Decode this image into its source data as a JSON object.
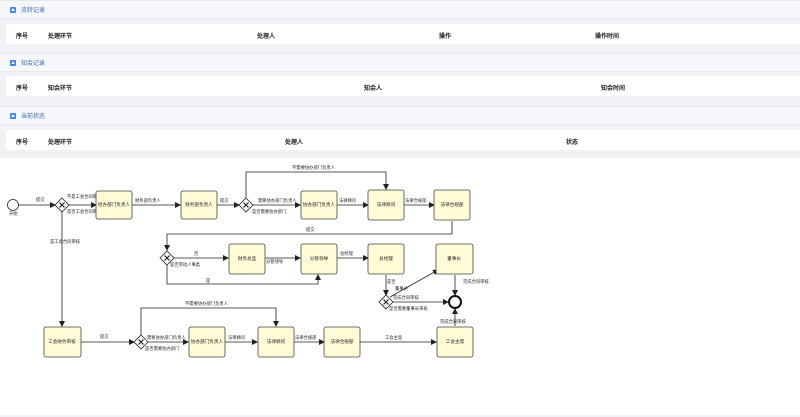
{
  "sections": {
    "flow": {
      "title": "流转记录",
      "columns": [
        "序号",
        "处理环节",
        "处理人",
        "操作",
        "操作时间"
      ]
    },
    "notify": {
      "title": "知会记录",
      "columns": [
        "序号",
        "知会环节",
        "知会人",
        "知会时间"
      ]
    },
    "current": {
      "title": "当前状态",
      "columns": [
        "序号",
        "处理环节",
        "处理人",
        "状态"
      ]
    }
  },
  "diagram": {
    "start": "开始",
    "nodes": {
      "review1": "经办部门负责人",
      "finance_head": "财务部负责人",
      "coop_head1": "协办部门负责人",
      "legal_advisor1": "法律顾问",
      "legal_review1": "法律合规部",
      "finance_director": "财务总监",
      "manager": "分管领导",
      "gm": "总经理",
      "chairman": "董事长",
      "union_finance": "工会财务审核",
      "coop_head2": "协办部门负责人",
      "legal_advisor2": "法律顾问",
      "legal_review2": "法律合规部",
      "union_chair": "工会主席"
    },
    "edges": {
      "submit1": "提交",
      "not_union": "不是工会合同审核",
      "is_union_a": "是否工会合同审核",
      "finance_head_lbl": "财务部负责人",
      "submit2": "提交",
      "need_coop1": "需要协办部门负责人",
      "is_need_coop1": "是否需要协办部门",
      "no_need_coop1": "不需要协办部门负责人",
      "legal_advisor_e1": "法律顾问",
      "legal_review_e1": "法律合规部",
      "submit3": "提交",
      "no": "否",
      "is_major": "是否劳动人事类",
      "manager_e": "分管领导",
      "gm_e": "总经理",
      "yes": "是",
      "is_union_b": "是工会合同审核",
      "chairman_e": "董事长",
      "major_e": "是否",
      "complete1": "完成合同审核",
      "is_need_chair": "是否需要董事长审核",
      "complete2": "完成合同审核",
      "complete3": "完成合同审核",
      "submit4": "提交",
      "need_coop2": "需要协办部门负责人",
      "is_need_coop2": "是否需要协办部门",
      "no_need_coop2": "不需要协办部门负责人",
      "legal_advisor_e2": "法律顾问",
      "legal_review_e2": "法律合规部",
      "union_chair_e": "工会主席"
    }
  }
}
